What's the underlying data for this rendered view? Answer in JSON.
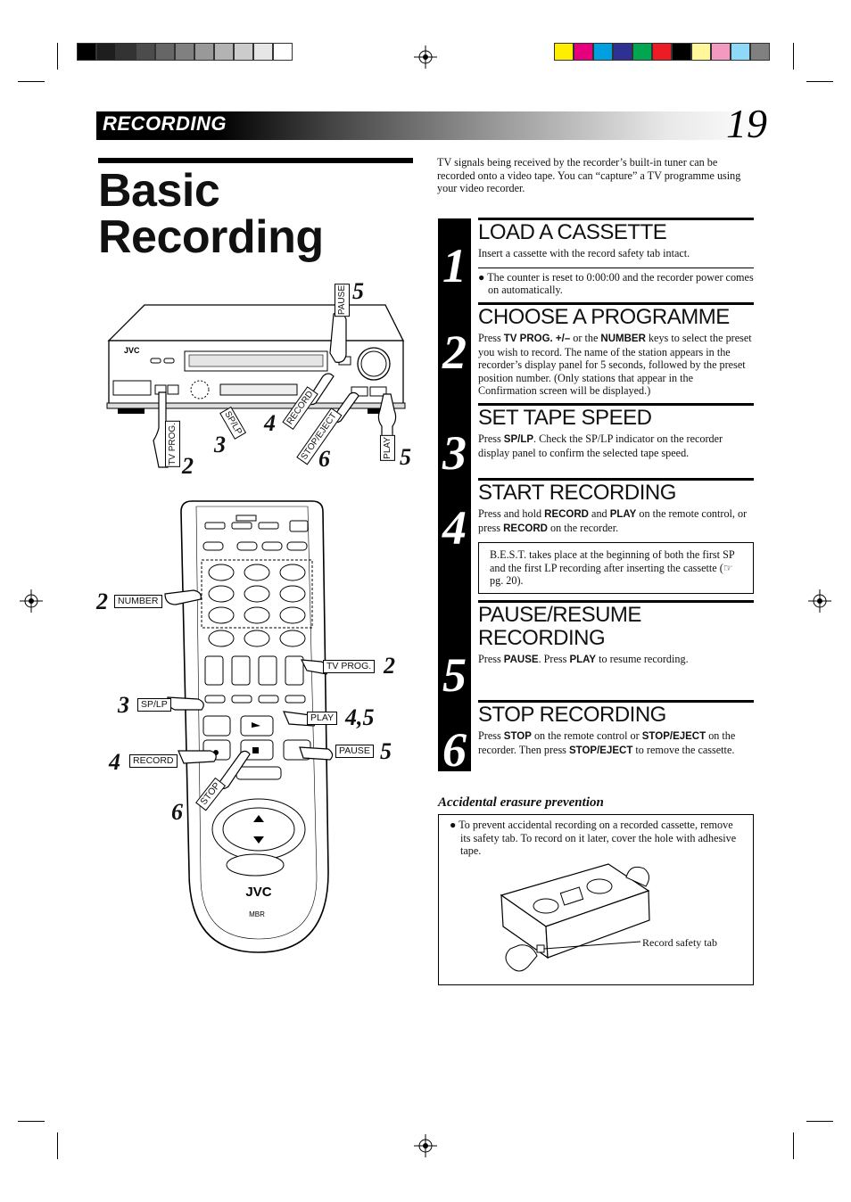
{
  "header": {
    "section": "RECORDING",
    "page_number": "19"
  },
  "title": {
    "line1": "Basic",
    "line2": "Recording"
  },
  "intro": "TV signals being received by the recorder’s built-in tuner can be recorded onto a video tape. You can “capture” a TV programme using your video recorder.",
  "steps": [
    {
      "num": "1",
      "heading": "LOAD A CASSETTE",
      "body": "Insert a cassette with the record safety tab intact.",
      "bullet": "The counter is reset to 0:00:00 and the recorder power comes on automatically."
    },
    {
      "num": "2",
      "heading": "CHOOSE A PROGRAMME",
      "body_parts": [
        "Press ",
        "TV PROG. +/–",
        " or the ",
        "NUMBER",
        " keys to select the preset you wish to record. The name of the station appears in the recorder’s display panel for 5 seconds, followed by the preset position number. (Only stations that appear in the Confirmation screen will be displayed.)"
      ]
    },
    {
      "num": "3",
      "heading": "SET TAPE SPEED",
      "body_parts": [
        "Press ",
        "SP/LP",
        ". Check the SP/LP indicator on the recorder display panel to confirm the selected tape speed."
      ]
    },
    {
      "num": "4",
      "heading": "START RECORDING",
      "body_parts": [
        "Press and hold ",
        "RECORD",
        " and ",
        "PLAY",
        " on the remote control, or press ",
        "RECORD",
        " on the recorder."
      ],
      "note": "B.E.S.T. takes place at the beginning of both the first SP and the first LP recording after inserting the cassette (☞ pg. 20)."
    },
    {
      "num": "5",
      "heading_line1": "PAUSE/RESUME",
      "heading_line2": "RECORDING",
      "body_parts": [
        "Press ",
        "PAUSE",
        ". Press ",
        "PLAY",
        " to resume recording."
      ]
    },
    {
      "num": "6",
      "heading": "STOP RECORDING",
      "body_parts": [
        "Press ",
        "STOP",
        " on the remote control or ",
        "STOP/EJECT",
        " on the recorder. Then press ",
        "STOP/EJECT",
        " to remove the cassette."
      ]
    }
  ],
  "accidental": {
    "title": "Accidental erasure prevention",
    "bullet": "To prevent accidental recording on a recorded cassette, remove its safety tab. To record on it later, cover the hole with adhesive tape.",
    "safety_tab_label": "Record safety tab"
  },
  "vcr_labels": {
    "pause": "PAUSE",
    "record": "RECORD",
    "stop_eject": "STOP/EJECT",
    "play": "PLAY",
    "tv_prog": "TV PROG.",
    "sp_lp": "SP/LP",
    "brand": "JVC",
    "c5a": "5",
    "c4": "4",
    "c3": "3",
    "c6": "6",
    "c2": "2",
    "c5b": "5"
  },
  "remote_labels": {
    "number": "NUMBER",
    "tv_prog": "TV PROG.",
    "sp_lp": "SP/LP",
    "play": "PLAY",
    "record": "RECORD",
    "pause": "PAUSE",
    "stop": "STOP",
    "brand": "JVC",
    "mbr": "MBR",
    "c2a": "2",
    "c2b": "2",
    "c3": "3",
    "c45": "4,5",
    "c4": "4",
    "c5": "5",
    "c6": "6"
  },
  "swatches_gray": [
    "#000000",
    "#1e1e1e",
    "#333333",
    "#4c4c4c",
    "#666666",
    "#808080",
    "#999999",
    "#b3b3b3",
    "#cccccc",
    "#e6e6e6",
    "#ffffff"
  ],
  "swatches_color": [
    "#ffee00",
    "#e6007e",
    "#00a0e0",
    "#2e3192",
    "#00a650",
    "#ed1c24",
    "#000000",
    "#fff799",
    "#f49ac1",
    "#8ed8f8",
    "#808080"
  ]
}
